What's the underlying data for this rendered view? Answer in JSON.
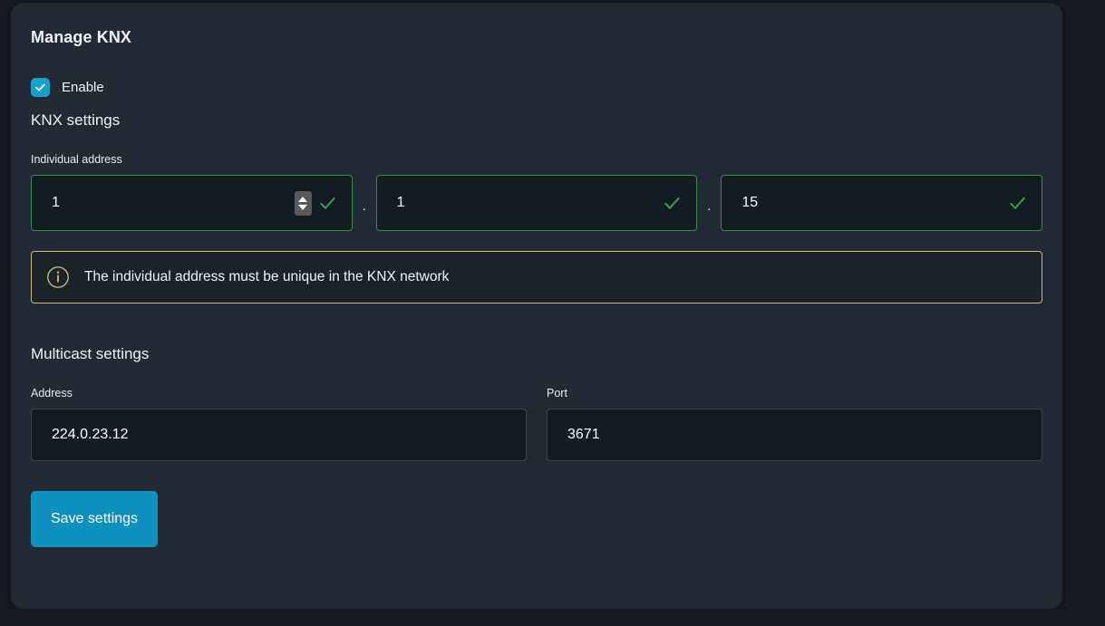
{
  "page": {
    "title": "Manage KNX",
    "background_color": "#14191f",
    "card_color": "#222a33"
  },
  "enable": {
    "label": "Enable",
    "checked": true,
    "accent_color": "#18a0cb",
    "icon": "check-icon"
  },
  "knx_settings": {
    "heading": "KNX settings",
    "individual_address": {
      "label": "Individual address",
      "separator": ".",
      "fields": [
        {
          "value": "1",
          "valid": true,
          "has_spinner": true
        },
        {
          "value": "1",
          "valid": true,
          "has_spinner": false
        },
        {
          "value": "15",
          "valid": true,
          "has_spinner": false
        }
      ],
      "valid_border_color": "#3d8b4a",
      "tick_icon": "check-icon",
      "spinner_icons": [
        "chevron-up-icon",
        "chevron-down-icon"
      ]
    },
    "info": {
      "icon": "info-circle-icon",
      "text": "The individual address must be unique in the KNX network",
      "border_color": "#c5b978"
    }
  },
  "multicast_settings": {
    "heading": "Multicast settings",
    "fields": [
      {
        "label": "Address",
        "value": "224.0.23.12"
      },
      {
        "label": "Port",
        "value": "3671"
      }
    ]
  },
  "actions": {
    "save_label": "Save settings",
    "save_color": "#108fc1"
  }
}
